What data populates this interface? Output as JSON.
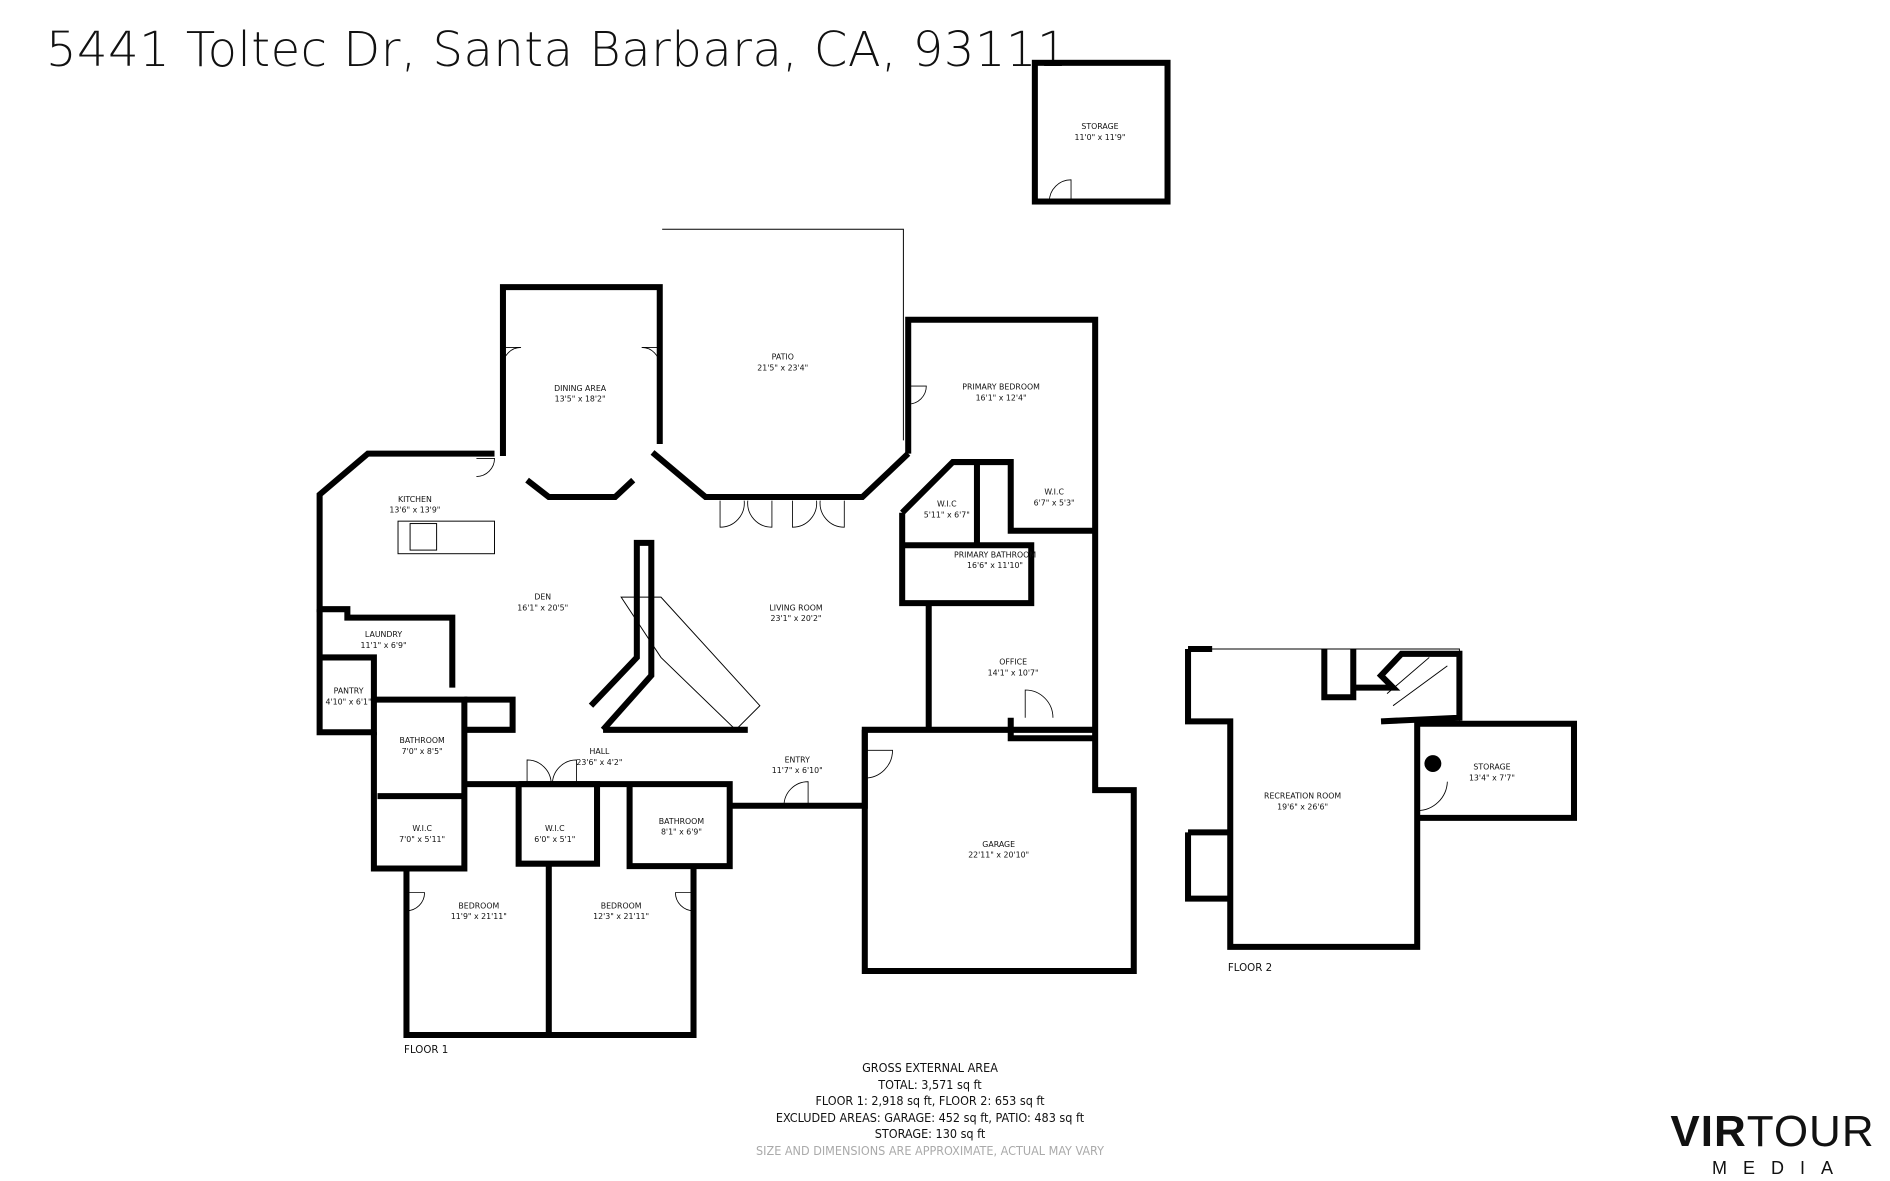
{
  "title": "5441 Toltec Dr, Santa Barbara, CA, 93111",
  "floors": [
    {
      "label": "FLOOR 1",
      "rooms": [
        {
          "name": "DINING AREA",
          "size": "13'5\" x 18'2\""
        },
        {
          "name": "PATIO",
          "size": "21'5\" x 23'4\""
        },
        {
          "name": "PRIMARY BEDROOM",
          "size": "16'1\" x 12'4\""
        },
        {
          "name": "KITCHEN",
          "size": "13'6\" x 13'9\""
        },
        {
          "name": "W.I.C",
          "size": "5'11\" x 6'7\""
        },
        {
          "name": "W.I.C",
          "size": "6'7\" x 5'3\""
        },
        {
          "name": "PRIMARY BATHROOM",
          "size": "16'6\" x 11'10\""
        },
        {
          "name": "DEN",
          "size": "16'1\" x 20'5\""
        },
        {
          "name": "LIVING ROOM",
          "size": "23'1\" x 20'2\""
        },
        {
          "name": "LAUNDRY",
          "size": "11'1\" x 6'9\""
        },
        {
          "name": "PANTRY",
          "size": "4'10\" x 6'1\""
        },
        {
          "name": "OFFICE",
          "size": "14'1\" x 10'7\""
        },
        {
          "name": "BATHROOM",
          "size": "7'0\" x 8'5\""
        },
        {
          "name": "HALL",
          "size": "23'6\" x 4'2\""
        },
        {
          "name": "ENTRY",
          "size": "11'7\" x 6'10\""
        },
        {
          "name": "W.I.C",
          "size": "7'0\" x 5'11\""
        },
        {
          "name": "W.I.C",
          "size": "6'0\" x 5'1\""
        },
        {
          "name": "BATHROOM",
          "size": "8'1\" x 6'9\""
        },
        {
          "name": "GARAGE",
          "size": "22'11\" x 20'10\""
        },
        {
          "name": "BEDROOM",
          "size": "11'9\" x 21'11\""
        },
        {
          "name": "BEDROOM",
          "size": "12'3\" x 21'11\""
        },
        {
          "name": "STORAGE",
          "size": "11'0\" x 11'9\""
        }
      ]
    },
    {
      "label": "FLOOR 2",
      "rooms": [
        {
          "name": "RECREATION ROOM",
          "size": "19'6\" x 26'6\""
        },
        {
          "name": "STORAGE",
          "size": "13'4\" x 7'7\""
        }
      ]
    }
  ],
  "area_summary": {
    "heading": "GROSS EXTERNAL AREA",
    "total": "TOTAL: 3,571 sq ft",
    "floors": "FLOOR 1: 2,918 sq ft, FLOOR 2: 653 sq ft",
    "excluded": "EXCLUDED AREAS: GARAGE: 452 sq ft, PATIO: 483 sq ft",
    "storage": "STORAGE: 130 sq ft",
    "disclaimer": "SIZE AND DIMENSIONS ARE APPROXIMATE, ACTUAL MAY VARY"
  },
  "logo": {
    "bold": "VIR",
    "light": "TOUR",
    "sub": "MEDIA"
  }
}
